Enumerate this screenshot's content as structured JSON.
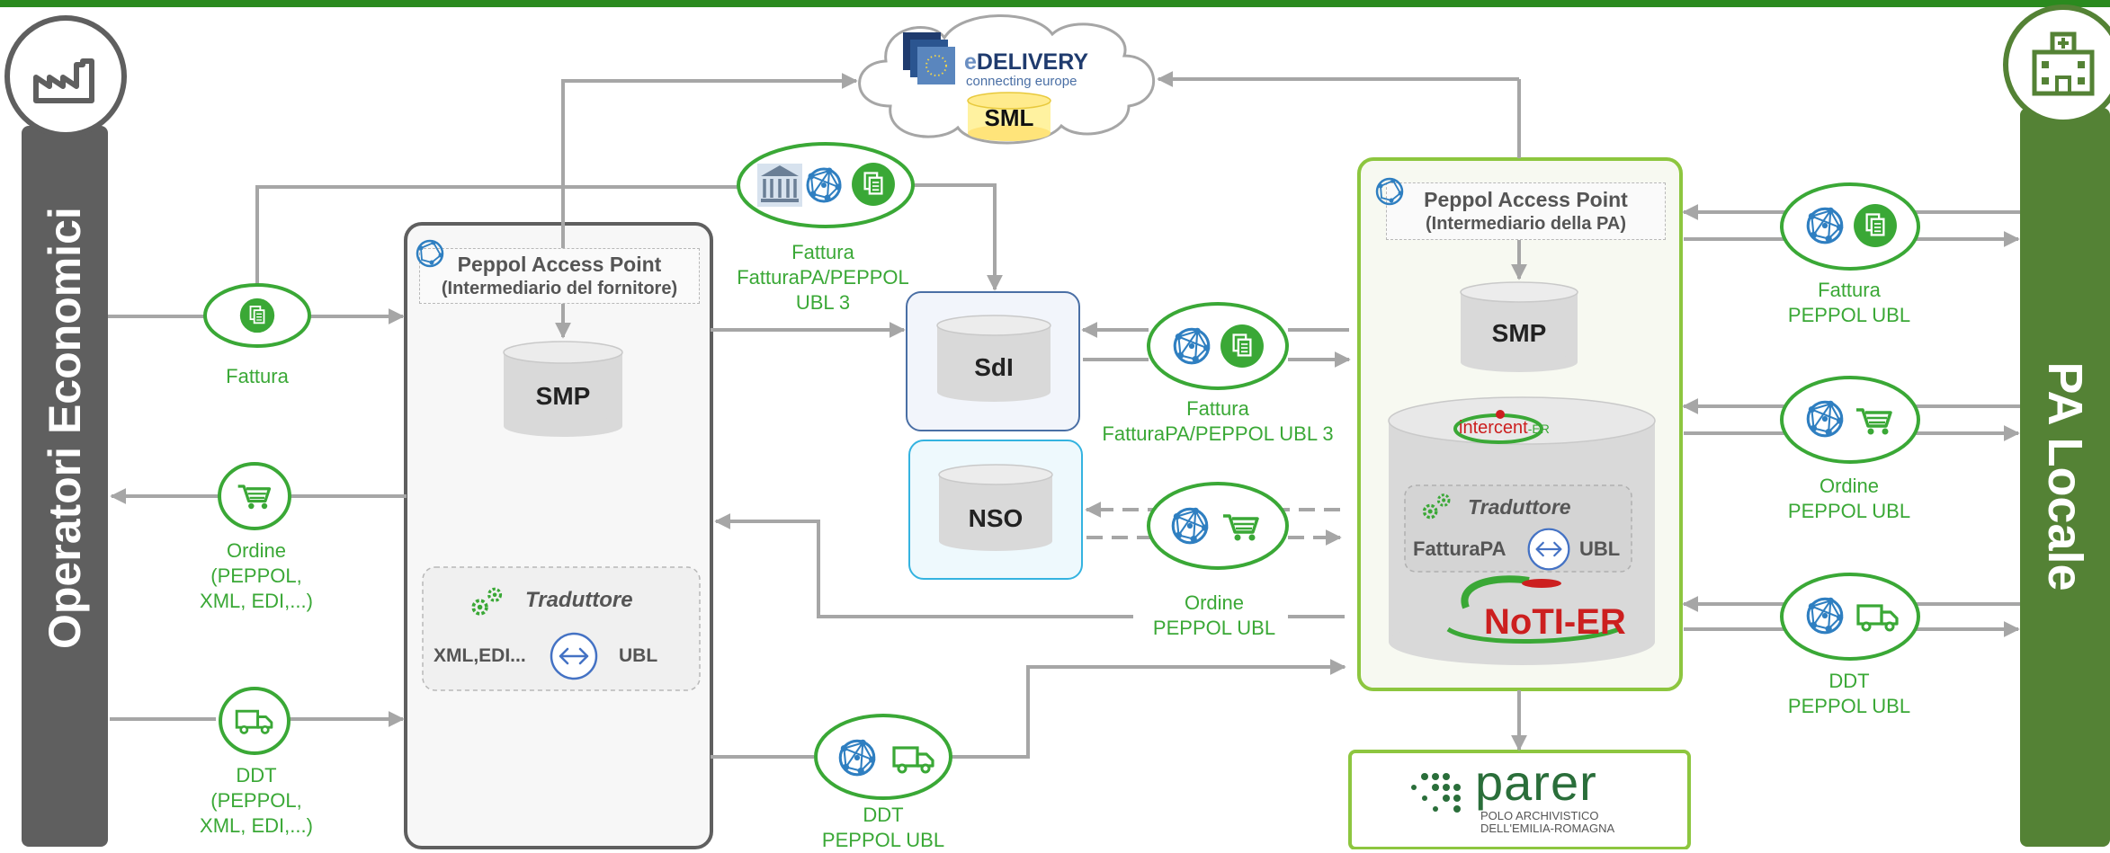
{
  "left_actor": {
    "label": "Operatori Economici",
    "icon": "factory-icon"
  },
  "right_actor": {
    "label": "PA Locale",
    "icon": "hospital-icon"
  },
  "cloud": {
    "brand": "eDELIVERY",
    "brand_e": "e",
    "brand_rest": "DELIVERY",
    "tagline": "connecting europe",
    "registry": "SML"
  },
  "supplier_ap": {
    "title": "Peppol Access Point",
    "subtitle": "(Intermediario del fornitore)",
    "smp": "SMP",
    "translator": {
      "title": "Traduttore",
      "from": "XML,EDI...",
      "to": "UBL"
    }
  },
  "pa_ap": {
    "title": "Peppol Access Point",
    "subtitle": "(Intermediario della PA)",
    "smp": "SMP",
    "platform_logo": "intercent-ER",
    "platform_logo_main": "intercent",
    "platform_logo_suffix": "-ER",
    "translator": {
      "title": "Traduttore",
      "from": "FatturaPA",
      "to": "UBL"
    },
    "noti_logo": "NoTI-ER"
  },
  "hubs": {
    "sdi": "SdI",
    "nso": "NSO"
  },
  "archive": {
    "name": "parer",
    "line1": "POLO ARCHIVISTICO",
    "line2": "DELL'EMILIA-ROMAGNA"
  },
  "flows": {
    "left_fattura": "Fattura",
    "left_ordine": [
      "Ordine",
      "(PEPPOL,",
      "XML, EDI,...)"
    ],
    "left_ddt": [
      "DDT",
      "(PEPPOL,",
      "XML, EDI,...)"
    ],
    "mid_fattura_top": [
      "Fattura",
      "FatturaPA/PEPPOL",
      "UBL 3"
    ],
    "mid_fattura_sdi": [
      "Fattura",
      "FatturaPA/PEPPOL UBL 3"
    ],
    "mid_ordine": [
      "Ordine",
      "PEPPOL UBL"
    ],
    "mid_ddt": [
      "DDT",
      "PEPPOL UBL"
    ],
    "right_fattura": [
      "Fattura",
      "PEPPOL UBL"
    ],
    "right_ordine": [
      "Ordine",
      "PEPPOL UBL"
    ],
    "right_ddt": [
      "DDT",
      "PEPPOL UBL"
    ]
  },
  "colors": {
    "green": "#3aa836",
    "dark_green": "#2a8a1e",
    "arrow_gray": "#a6a6a6",
    "bar_gray": "#5f5f5f",
    "bar_green": "#548235"
  }
}
